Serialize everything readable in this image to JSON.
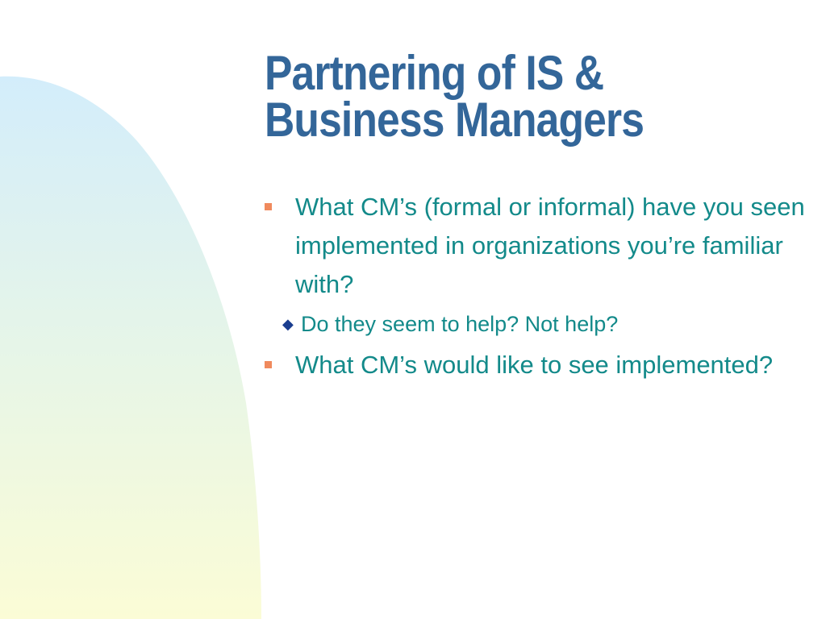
{
  "slide": {
    "title_lines": [
      "Partnering of IS &",
      "Business Managers"
    ],
    "bullets": [
      {
        "text": "What CM’s (formal or informal) have you seen implemented in organizations you’re familiar with?"
      },
      {
        "text": "What CM’s would like to see implemented?"
      }
    ],
    "sub_bullets": [
      {
        "text": "Do they seem to help? Not help?"
      }
    ]
  },
  "icons": {
    "bullet": "square-bullet-icon",
    "sub_bullet": "diamond-bullet-icon"
  },
  "colors": {
    "title": "#336699",
    "body_text": "#138a8a",
    "bullet": "#f08a5d",
    "sub_bullet": "#1a3d8f",
    "gradient_top": "#d3edfb",
    "gradient_bottom": "#fbfcd6",
    "background": "#ffffff"
  }
}
